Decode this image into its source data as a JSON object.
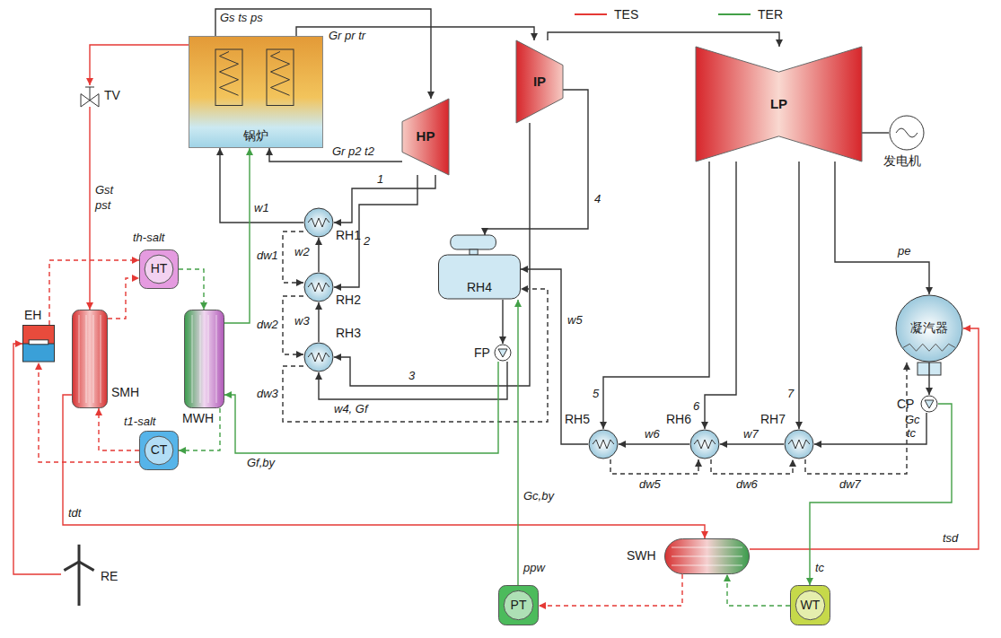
{
  "diagram": {
    "nodes": [
      {
        "text": [
          "锅炉"
        ]
      },
      {
        "text": [
          "HP"
        ]
      },
      {
        "text": [
          "IP"
        ]
      },
      {
        "text": [
          "LP"
        ]
      },
      {
        "text": [
          "发电机"
        ]
      },
      {
        "text": [
          "凝汽器"
        ]
      },
      {
        "text": [
          "CP"
        ]
      },
      {
        "text": [
          "RH1"
        ]
      },
      {
        "text": [
          "RH2"
        ]
      },
      {
        "text": [
          "RH3"
        ]
      },
      {
        "text": [
          "RH4"
        ]
      },
      {
        "text": [
          "FP"
        ]
      },
      {
        "text": [
          "RH5"
        ]
      },
      {
        "text": [
          "RH6"
        ]
      },
      {
        "text": [
          "RH7"
        ]
      },
      {
        "text": [
          "TV"
        ]
      },
      {
        "text": [
          "EH"
        ]
      },
      {
        "text": [
          "SMH"
        ]
      },
      {
        "text": [
          "HT"
        ]
      },
      {
        "text": [
          "MWH"
        ]
      },
      {
        "text": [
          "CT"
        ]
      },
      {
        "text": [
          "RE"
        ]
      },
      {
        "text": [
          "SWH"
        ]
      },
      {
        "text": [
          "PT"
        ]
      },
      {
        "text": [
          "WT"
        ]
      }
    ],
    "edges": [
      {
        "from": 0,
        "to": 1,
        "arrow": "to"
      },
      {
        "from": 0,
        "to": 2,
        "arrow": "to"
      },
      {
        "from": 1,
        "to": 0,
        "arrow": "to"
      },
      {
        "from": 2,
        "to": 3,
        "arrow": "to"
      },
      {
        "from": 3,
        "to": 4,
        "arrow": "none"
      },
      {
        "from": 3,
        "to": 5,
        "arrow": "to"
      },
      {
        "from": 1,
        "to": 7,
        "arrow": "to"
      },
      {
        "from": 1,
        "to": 8,
        "arrow": "to"
      },
      {
        "from": 2,
        "to": 9,
        "arrow": "to"
      },
      {
        "from": 2,
        "to": 10,
        "arrow": "to"
      },
      {
        "from": 3,
        "to": 12,
        "arrow": "to"
      },
      {
        "from": 3,
        "to": 13,
        "arrow": "to"
      },
      {
        "from": 3,
        "to": 14,
        "arrow": "to"
      },
      {
        "from": 5,
        "to": 6,
        "arrow": "to"
      },
      {
        "from": 6,
        "to": 14,
        "arrow": "to"
      },
      {
        "from": 14,
        "to": 13,
        "arrow": "to"
      },
      {
        "from": 13,
        "to": 12,
        "arrow": "to"
      },
      {
        "from": 12,
        "to": 10,
        "arrow": "to"
      },
      {
        "from": 10,
        "to": 11,
        "arrow": "to"
      },
      {
        "from": 11,
        "to": 9,
        "arrow": "to"
      },
      {
        "from": 9,
        "to": 8,
        "arrow": "to"
      },
      {
        "from": 8,
        "to": 7,
        "arrow": "to"
      },
      {
        "from": 7,
        "to": 0,
        "arrow": "to"
      },
      {
        "from": 7,
        "to": 8,
        "arrow": "to"
      },
      {
        "from": 8,
        "to": 9,
        "arrow": "to"
      },
      {
        "from": 9,
        "to": 10,
        "arrow": "to"
      },
      {
        "from": 12,
        "to": 13,
        "arrow": "to"
      },
      {
        "from": 13,
        "to": 14,
        "arrow": "to"
      },
      {
        "from": 14,
        "to": 5,
        "arrow": "to"
      },
      {
        "from": 0,
        "to": 15,
        "arrow": "to"
      },
      {
        "from": 15,
        "to": 17,
        "arrow": "to"
      },
      {
        "from": 17,
        "to": 22,
        "arrow": "to"
      },
      {
        "from": 21,
        "to": 16,
        "arrow": "to"
      },
      {
        "from": 22,
        "to": 5,
        "arrow": "to"
      },
      {
        "from": 20,
        "to": 17,
        "arrow": "to"
      },
      {
        "from": 17,
        "to": 18,
        "arrow": "to"
      },
      {
        "from": 16,
        "to": 18,
        "arrow": "to"
      },
      {
        "from": 20,
        "to": 16,
        "arrow": "to"
      },
      {
        "from": 18,
        "to": 19,
        "arrow": "to"
      },
      {
        "from": 19,
        "to": 20,
        "arrow": "to"
      },
      {
        "from": 11,
        "to": 19,
        "arrow": "to"
      },
      {
        "from": 19,
        "to": 0,
        "arrow": "to"
      },
      {
        "from": 6,
        "to": 24,
        "arrow": "to"
      },
      {
        "from": 24,
        "to": 22,
        "arrow": "to"
      },
      {
        "from": 22,
        "to": 23,
        "arrow": "to"
      },
      {
        "from": 23,
        "to": 10,
        "arrow": "to"
      }
    ],
    "labels": [
      "Gs ts ps",
      "Gr pr tr",
      "Gr p2 t2",
      "1",
      "2",
      "3",
      "4",
      "5",
      "6",
      "7",
      "w1",
      "w2",
      "w3",
      "w4, Gf",
      "w5",
      "w6",
      "w7",
      "dw1",
      "dw2",
      "dw3",
      "dw5",
      "dw6",
      "dw7",
      "Gf,by",
      "Gc,by",
      "ppw",
      "pe",
      "Gc",
      "tc",
      "tc",
      "tsd",
      "tdt",
      "Gst",
      "pst",
      "th-salt",
      "t1-salt"
    ],
    "legend": [
      {
        "text": "TES"
      },
      {
        "text": "TER"
      }
    ]
  }
}
